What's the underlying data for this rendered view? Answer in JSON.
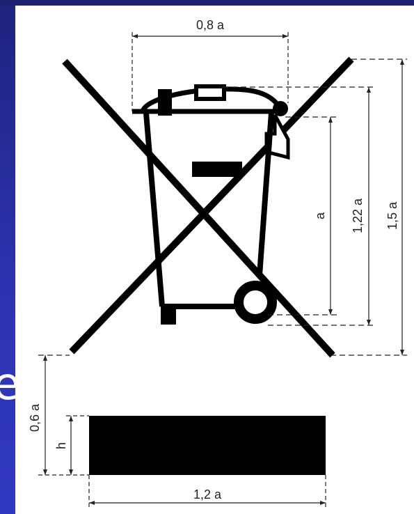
{
  "side_letter": "e",
  "colors": {
    "slide_background": "#2a2fa6",
    "panel": "#ffffff",
    "symbol": "#000000",
    "dimension_lines": "#222222"
  },
  "symbol": {
    "name": "crossed-out wheeled bin"
  },
  "dimensions": {
    "top_width": "0,8 a",
    "bin_height": "a",
    "lid_height": "1,22 a",
    "total_height": "1,5 a",
    "gap_height": "0,6 a",
    "bar_height": "h",
    "bar_width": "1,2 a"
  }
}
